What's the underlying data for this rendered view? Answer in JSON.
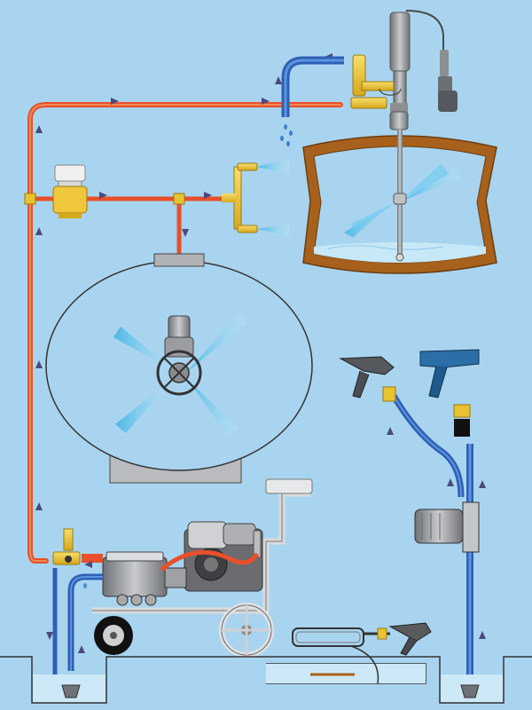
{
  "diagram": {
    "type": "schematic-illustration",
    "text_labels": [],
    "colors": {
      "background": "#a9d4ef",
      "hot_water_line": "#e8502a",
      "hot_water_line_light": "#f08a3c",
      "cold_water_line": "#2f5fb5",
      "cold_water_line_light": "#4a8ad8",
      "brass_fitting": "#e8c230",
      "tank_frame": "#a7611c",
      "spray": "#4ec0e8",
      "grey_body": "#8d8f93",
      "flow_arrow": "#5a5a8a"
    },
    "components": [
      "hot-water-supply-line",
      "thermostatic-valve",
      "overhead-spray-nozzles",
      "open-top-tank",
      "rotating-cleaning-head",
      "large-horizontal-tank",
      "tank-washing-head",
      "high-pressure-pump-unit",
      "petrol-engine",
      "wheeled-trolley-frame",
      "unloader-valve",
      "suction-hose",
      "water-reservoir-left",
      "water-reservoir-right",
      "electric-motor-pump",
      "high-pressure-trigger-gun",
      "low-pressure-rinse-gun",
      "hose-reel-with-gun",
      "floor-drain-channel"
    ]
  }
}
